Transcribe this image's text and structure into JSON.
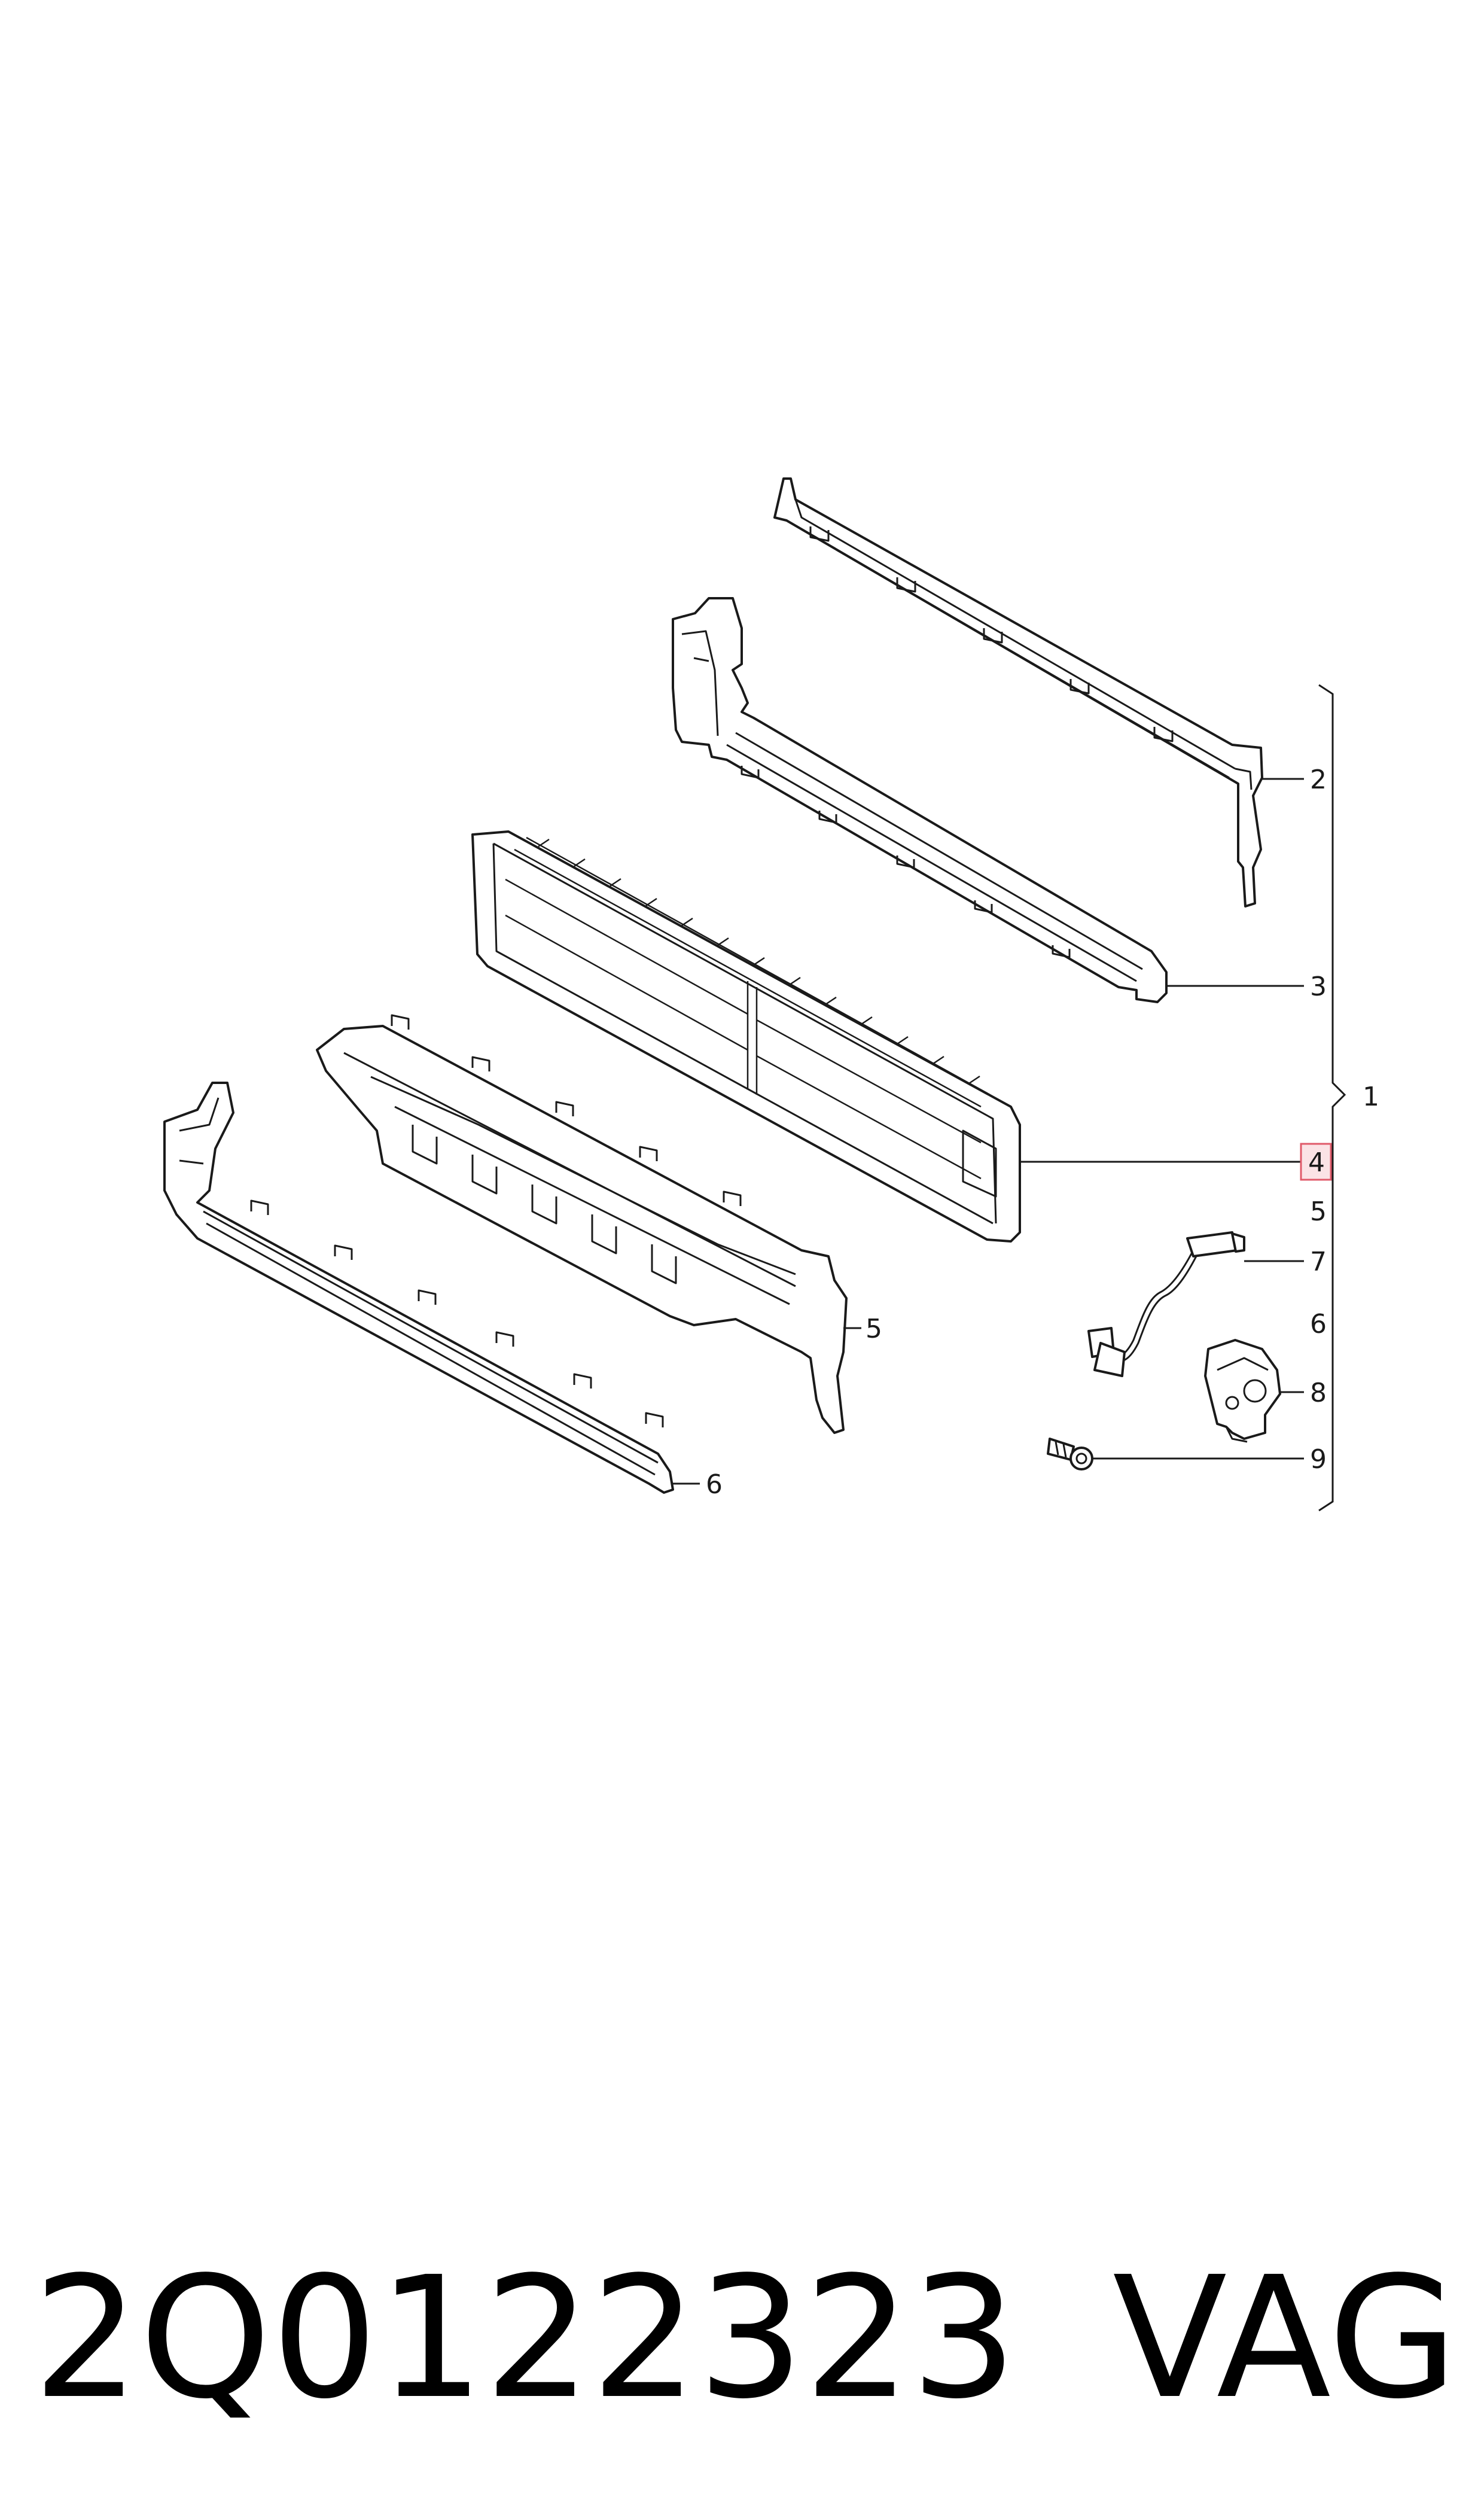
{
  "callouts": {
    "c1": "1",
    "c2": "2",
    "c3": "3",
    "c4": "4",
    "c5_list": "5",
    "c5_part": "5",
    "c6_list": "6",
    "c6_part": "6",
    "c7": "7",
    "c8": "8",
    "c9": "9"
  },
  "highlighted_callout": "4",
  "colors": {
    "highlight_fill": "#fbe3e6",
    "highlight_stroke": "#e05a6a",
    "line": "#1a1a1a"
  },
  "footer": {
    "part_number": "2Q0122323",
    "brand": "VAG"
  }
}
